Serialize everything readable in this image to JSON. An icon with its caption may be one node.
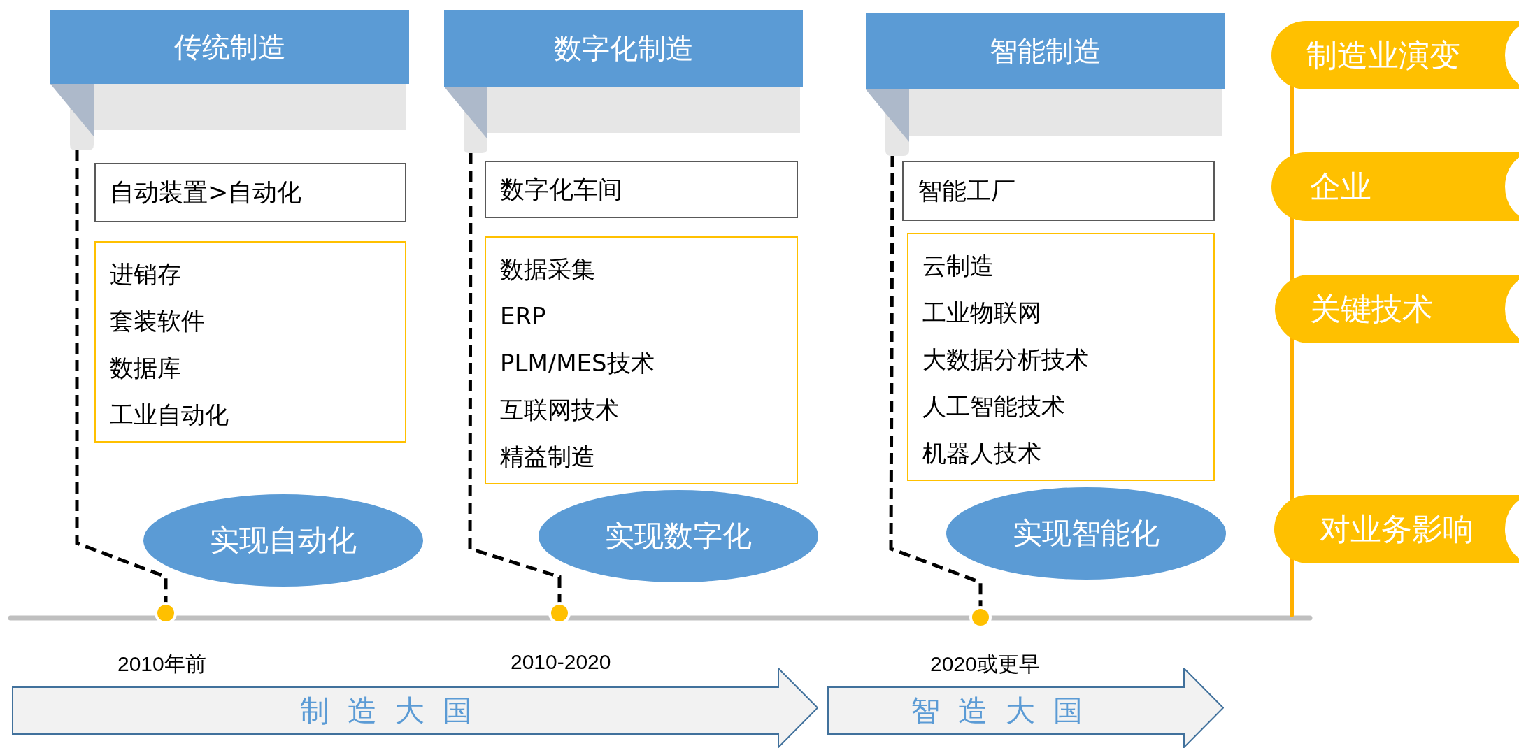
{
  "diagram": {
    "nodes": [
      {
        "text": [
          "传统制造"
        ]
      },
      {
        "text": [
          "自动装置>自动化"
        ]
      },
      {
        "text": [
          "进销存",
          "套装软件",
          "数据库",
          "工业自动化"
        ]
      },
      {
        "text": [
          "实现自动化"
        ]
      },
      {
        "text": [],
        "shape": "circle"
      },
      {
        "text": [
          "数字化制造"
        ]
      },
      {
        "text": [
          "数字化车间"
        ]
      },
      {
        "text": [
          "数据采集",
          "ERP",
          "PLM/MES技术",
          "互联网技术",
          "精益制造"
        ]
      },
      {
        "text": [
          "实现数字化"
        ]
      },
      {
        "text": [],
        "shape": "circle"
      },
      {
        "text": [
          "智能制造"
        ]
      },
      {
        "text": [
          "智能工厂"
        ]
      },
      {
        "text": [
          "云制造",
          "工业物联网",
          "大数据分析技术",
          "人工智能技术",
          "机器人技术"
        ]
      },
      {
        "text": [
          "实现智能化"
        ]
      },
      {
        "text": [],
        "shape": "circle"
      },
      {
        "text": [
          "制造业演变"
        ]
      },
      {
        "text": [
          "企业"
        ]
      },
      {
        "text": [
          "关键技术"
        ]
      },
      {
        "text": [
          "对业务影响"
        ]
      },
      {
        "text": [
          "制造大国"
        ]
      },
      {
        "text": [
          "智造大国"
        ]
      }
    ],
    "edges": [
      {
        "from": 0,
        "to": 4,
        "arrow": "none",
        "style": "dashed"
      },
      {
        "from": 5,
        "to": 9,
        "arrow": "none",
        "style": "dashed"
      },
      {
        "from": 10,
        "to": 14,
        "arrow": "none",
        "style": "dashed"
      }
    ],
    "labels": [
      "2010年前",
      "2010-2020",
      "2020或更早"
    ]
  }
}
